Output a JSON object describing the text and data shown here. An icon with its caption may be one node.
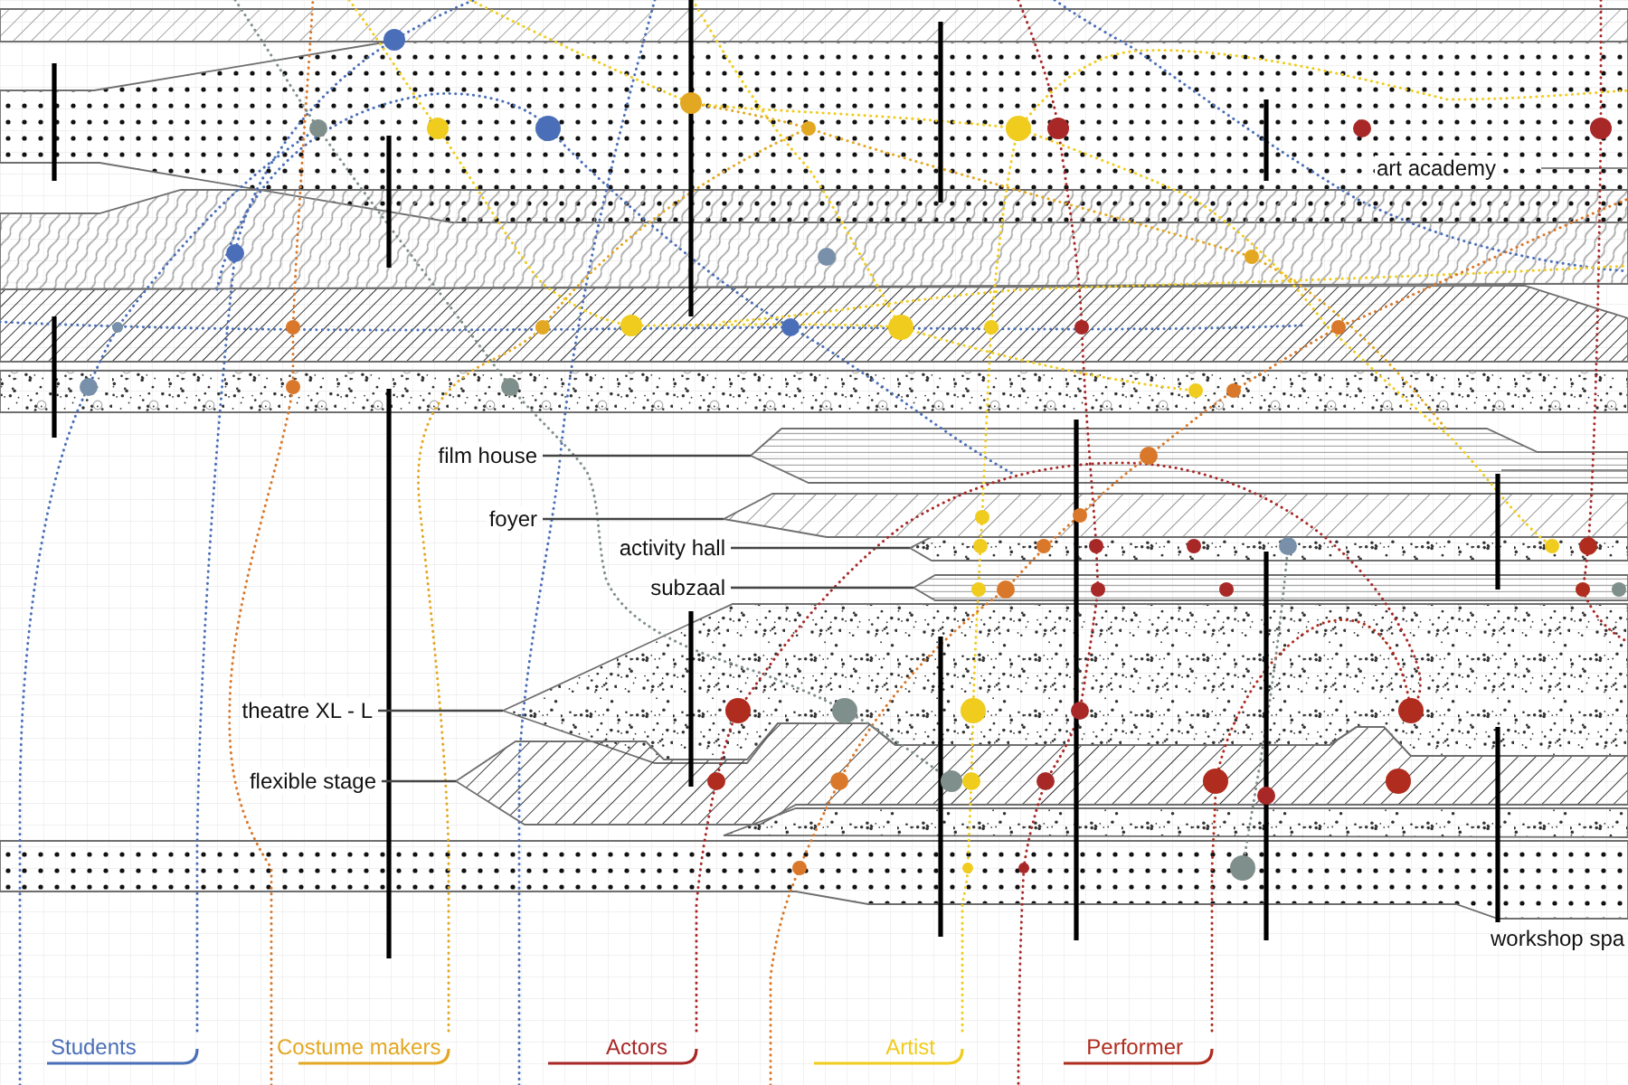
{
  "diagram": {
    "nodes": [
      {
        "text": [],
        "shape": "band"
      },
      {
        "text": [
          "art academy"
        ]
      },
      {
        "text": [],
        "shape": "band"
      },
      {
        "text": [],
        "shape": "band"
      },
      {
        "text": [],
        "shape": "band"
      },
      {
        "text": [
          "film house"
        ]
      },
      {
        "text": [],
        "shape": "band"
      },
      {
        "text": [
          "foyer"
        ]
      },
      {
        "text": [],
        "shape": "band"
      },
      {
        "text": [
          "activity hall"
        ]
      },
      {
        "text": [],
        "shape": "band"
      },
      {
        "text": [
          "subzaal"
        ]
      },
      {
        "text": [],
        "shape": "band"
      },
      {
        "text": [
          "theatre XL - L"
        ]
      },
      {
        "text": [],
        "shape": "band"
      },
      {
        "text": [
          "flexible stage"
        ]
      },
      {
        "text": [],
        "shape": "band"
      },
      {
        "text": [],
        "shape": "band"
      },
      {
        "text": [],
        "shape": "band"
      },
      {
        "text": [
          "workshop spa"
        ]
      }
    ],
    "edges": [
      {
        "from": 5,
        "to": 6,
        "arrow": "none"
      },
      {
        "from": 7,
        "to": 8,
        "arrow": "none"
      },
      {
        "from": 9,
        "to": 10,
        "arrow": "none"
      },
      {
        "from": 11,
        "to": 12,
        "arrow": "none"
      },
      {
        "from": 13,
        "to": 14,
        "arrow": "none"
      },
      {
        "from": 15,
        "to": 16,
        "arrow": "none"
      }
    ],
    "legend": [
      {
        "text": "Students",
        "color": "#4a6fb8"
      },
      {
        "text": "Costume makers",
        "color": "#e3a822"
      },
      {
        "text": "Actors",
        "color": "#a82828"
      },
      {
        "text": "Artist",
        "color": "#f0cc1e"
      },
      {
        "text": "Performer",
        "color": "#b02c1e"
      }
    ]
  }
}
